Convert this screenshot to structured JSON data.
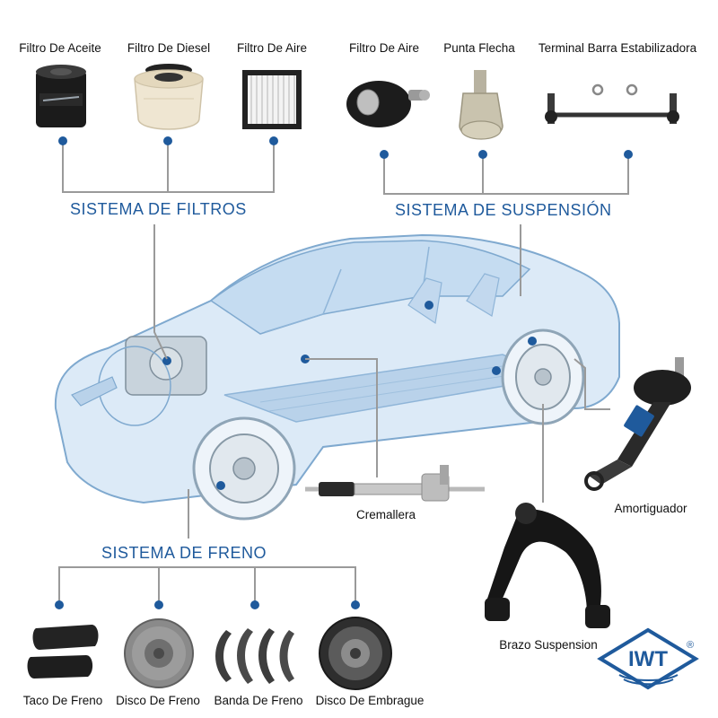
{
  "filters": {
    "title": "SISTEMA DE FILTROS",
    "parts": [
      {
        "label": "Filtro De Aceite",
        "icon": "oil-filter-icon"
      },
      {
        "label": "Filtro De Diesel",
        "icon": "diesel-filter-icon"
      },
      {
        "label": "Filtro De Aire",
        "icon": "air-filter-icon"
      }
    ]
  },
  "suspension": {
    "title": "SISTEMA DE SUSPENSIÓN",
    "parts": [
      {
        "label": "Filtro De Aire",
        "icon": "ball-joint-icon"
      },
      {
        "label": "Punta Flecha",
        "icon": "cv-joint-icon"
      },
      {
        "label": "Terminal Barra Estabilizadora",
        "icon": "stabilizer-link-icon"
      }
    ]
  },
  "brakes": {
    "title": "SISTEMA DE FRENO",
    "parts": [
      {
        "label": "Taco De Freno",
        "icon": "brake-pads-icon"
      },
      {
        "label": "Disco De Freno",
        "icon": "brake-disc-icon"
      },
      {
        "label": "Banda De Freno",
        "icon": "brake-shoes-icon"
      },
      {
        "label": "Disco De Embrague",
        "icon": "clutch-disc-icon"
      }
    ]
  },
  "other_parts": {
    "rack": "Cremallera",
    "shock": "Amortiguador",
    "arm": "Brazo Suspension"
  },
  "brand": {
    "logo_text": "IWT",
    "registered": "®",
    "color": "#1f5a9c"
  },
  "colors": {
    "accent": "#1f5a9c",
    "connector": "#9a9a9a",
    "car_body": "#a9cbe8"
  }
}
